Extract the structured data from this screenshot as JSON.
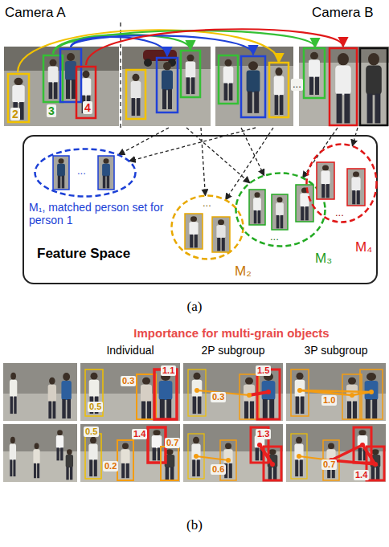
{
  "diagram": {
    "nodes": [
      {
        "text": [
          "Camera A"
        ]
      },
      {
        "text": [
          "Camera B"
        ]
      },
      {
        "text": [
          "Feature Space"
        ]
      },
      {
        "text": [
          "...",
          "M₁, matched person set for person 1"
        ],
        "in": 2
      },
      {
        "text": [
          "...",
          "M₂"
        ],
        "in": 2
      },
      {
        "text": [
          "...",
          "M₃"
        ],
        "in": 2
      },
      {
        "text": [
          "...",
          "M₄"
        ],
        "in": 2
      }
    ],
    "edges": [
      {
        "from": 1,
        "to": 3,
        "arrow": "to"
      },
      {
        "from": 1,
        "to": 4,
        "arrow": "to"
      },
      {
        "from": 1,
        "to": 5,
        "arrow": "to"
      },
      {
        "from": 1,
        "to": 3,
        "arrow": "to"
      },
      {
        "from": 1,
        "to": 5,
        "arrow": "to"
      },
      {
        "from": 1,
        "to": 4,
        "arrow": "to"
      },
      {
        "from": 1,
        "to": 5,
        "arrow": "to"
      },
      {
        "from": 1,
        "to": 6,
        "arrow": "to"
      }
    ],
    "labels": [
      "2",
      "3",
      "4",
      "...",
      "(a)",
      "Importance for multi-grain objects",
      "Individual",
      "2P subgroup",
      "3P subgroup",
      "0.3",
      "1.1",
      "0.5",
      "1.5",
      "0.3",
      "1.0",
      "0.5",
      "1.4",
      "0.7",
      "0.2",
      "1.3",
      "0.6",
      "0.7",
      "1.4",
      "(b)"
    ]
  }
}
